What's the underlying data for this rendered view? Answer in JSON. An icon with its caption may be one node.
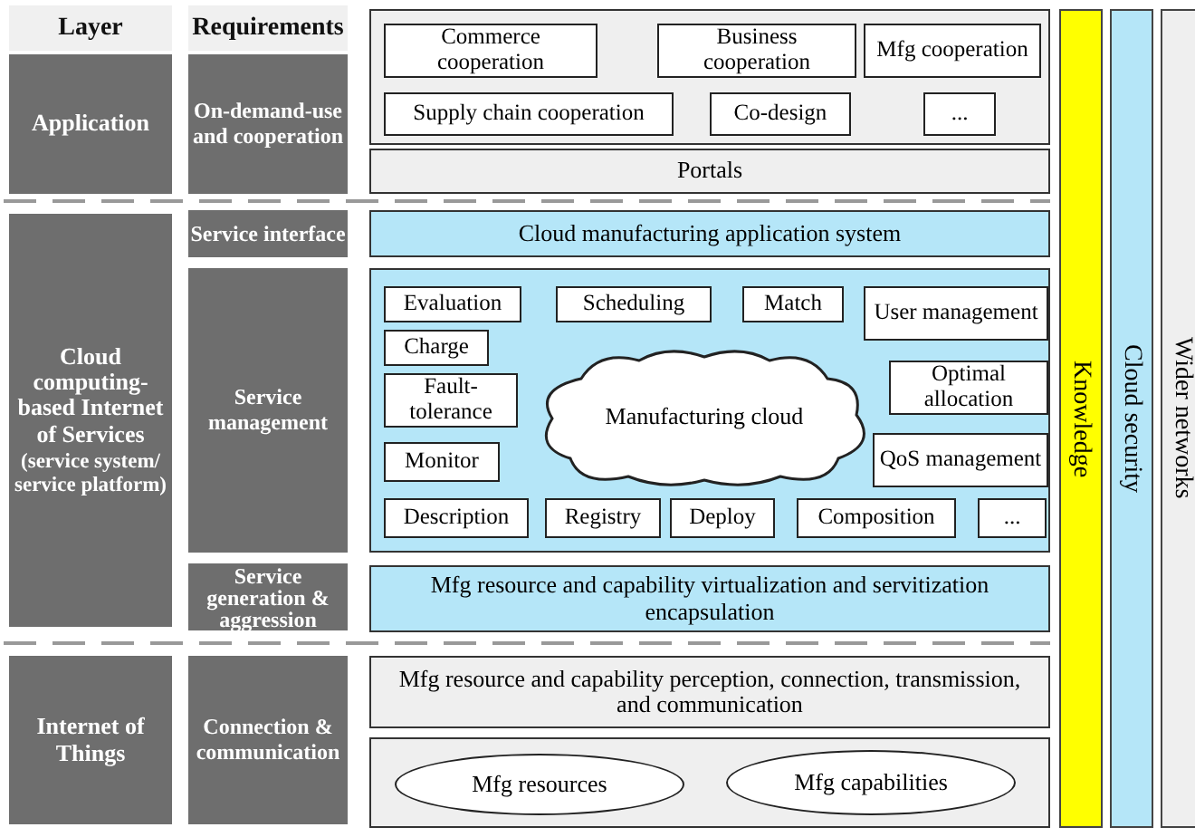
{
  "diagram": {
    "nodes": [
      {
        "text": [
          "Layer"
        ]
      },
      {
        "text": [
          "Requirements"
        ]
      },
      {
        "text": [
          "Application"
        ]
      },
      {
        "text": [
          "On-demand-use and cooperation"
        ]
      },
      {
        "text": [],
        "shape": "box"
      },
      {
        "text": [
          "Commerce cooperation"
        ],
        "in": 4
      },
      {
        "text": [
          "Business cooperation"
        ],
        "in": 4
      },
      {
        "text": [
          "Mfg cooperation"
        ],
        "in": 4
      },
      {
        "text": [
          "Supply chain cooperation"
        ],
        "in": 4
      },
      {
        "text": [
          "Co-design"
        ],
        "in": 4
      },
      {
        "text": [
          "..."
        ],
        "in": 4
      },
      {
        "text": [
          "Portals"
        ]
      },
      {
        "text": [
          "Cloud computing-based Internet of Services",
          "(service system/ service platform)"
        ]
      },
      {
        "text": [
          "Service interface"
        ]
      },
      {
        "text": [
          "Cloud manufacturing application system"
        ]
      },
      {
        "text": [
          "Service management"
        ]
      },
      {
        "text": [],
        "shape": "box"
      },
      {
        "text": [
          "Evaluation"
        ],
        "in": 16
      },
      {
        "text": [
          "Scheduling"
        ],
        "in": 16
      },
      {
        "text": [
          "Match"
        ],
        "in": 16
      },
      {
        "text": [
          "User management"
        ],
        "in": 16
      },
      {
        "text": [
          "Charge"
        ],
        "in": 16
      },
      {
        "text": [
          "Fault-tolerance"
        ],
        "in": 16
      },
      {
        "text": [
          "Manufacturing cloud"
        ],
        "in": 16
      },
      {
        "text": [
          "Optimal allocation"
        ],
        "in": 16
      },
      {
        "text": [
          "Monitor"
        ],
        "in": 16
      },
      {
        "text": [
          "QoS management"
        ],
        "in": 16
      },
      {
        "text": [
          "Description"
        ],
        "in": 16
      },
      {
        "text": [
          "Registry"
        ],
        "in": 16
      },
      {
        "text": [
          "Deploy"
        ],
        "in": 16
      },
      {
        "text": [
          "Composition"
        ],
        "in": 16
      },
      {
        "text": [
          "..."
        ],
        "in": 16
      },
      {
        "text": [
          "Service generation & aggression"
        ]
      },
      {
        "text": [
          "Mfg resource and capability virtualization and servitization encapsulation"
        ]
      },
      {
        "text": [
          "Internet of Things"
        ]
      },
      {
        "text": [
          "Connection & communication"
        ]
      },
      {
        "text": [
          "Mfg resource and capability perception, connection, transmission, and communication"
        ]
      },
      {
        "text": [],
        "shape": "box"
      },
      {
        "text": [
          "Mfg resources"
        ],
        "in": 37
      },
      {
        "text": [
          "Mfg capabilities"
        ],
        "in": 37
      },
      {
        "text": [
          "Knowledge"
        ]
      },
      {
        "text": [
          "Cloud security"
        ]
      },
      {
        "text": [
          "Wider networks"
        ]
      }
    ],
    "edges": []
  }
}
